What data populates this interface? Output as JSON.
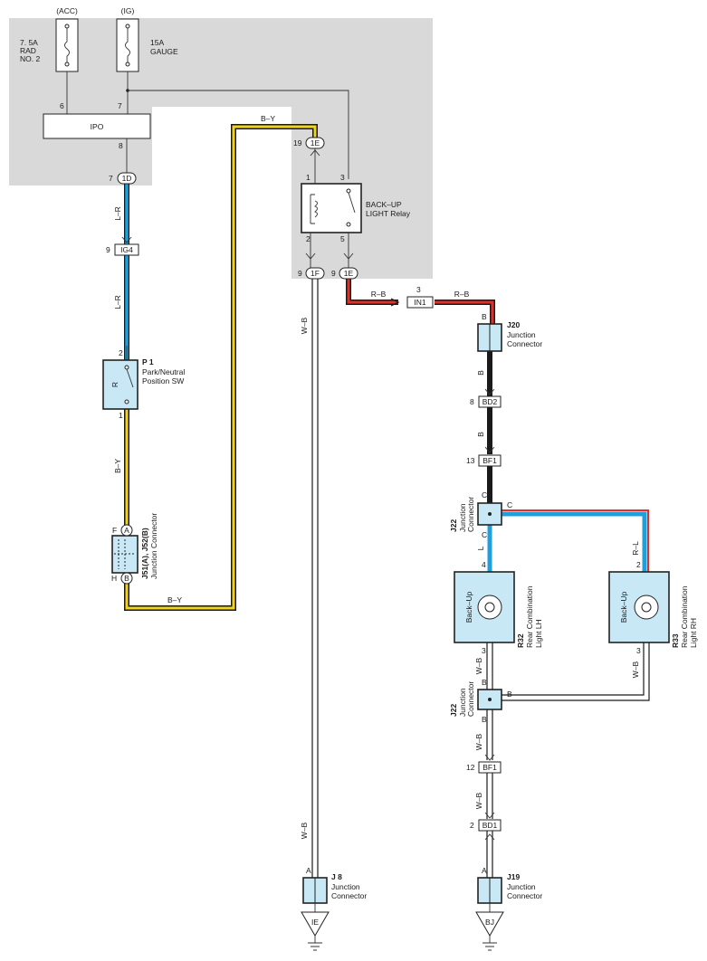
{
  "colors": {
    "panel": "#d9d9d9",
    "component": "#c8e8f5",
    "wire_blue": "#1ea0dc",
    "wire_red": "#e0302a",
    "wire_yellow": "#f2d21a",
    "wire_black": "#1a1a1a"
  },
  "fuses": {
    "acc": {
      "header": "(ACC)",
      "line1": "7. 5A",
      "line2": "RAD",
      "line3": "NO. 2",
      "pin": "6"
    },
    "ig": {
      "header": "(IG)",
      "line1": "15A",
      "line2": "GAUGE",
      "pin": "7"
    }
  },
  "ipo": {
    "label": "IPO",
    "pin_out": "8"
  },
  "connectors": {
    "c1d": "1D",
    "c1d_pin": "7",
    "ig4": "IG4",
    "ig4_pin": "9",
    "c1e_top": "1E",
    "c1e_top_pin": "19",
    "c1f": "1F",
    "c1f_pin": "9",
    "c1e_bot": "1E",
    "c1e_bot_pin": "9",
    "in1": "IN1",
    "in1_pin": "3",
    "bd2": "BD2",
    "bd2_pin": "8",
    "bf1_top": "BF1",
    "bf1_top_pin": "13",
    "bf1_bot": "BF1",
    "bf1_bot_pin": "12",
    "bd1": "BD1",
    "bd1_pin": "2"
  },
  "relay": {
    "line1": "BACK–UP",
    "line2": "LIGHT Relay",
    "pin1": "1",
    "pin2": "2",
    "pin3": "3",
    "pin5": "5"
  },
  "wires": {
    "lr_top": "L–R",
    "lr_mid": "L–R",
    "by_top": "B–Y",
    "by_left": "B–Y",
    "by_bottom": "B–Y",
    "wb_left_top": "W–B",
    "wb_left_bot": "W–B",
    "rb_left": "R–B",
    "rb_right": "R–B",
    "b_1": "B",
    "b_2": "B",
    "rl": "R–L",
    "wb_r1": "W–B",
    "wb_r2": "W–B",
    "wb_r3": "W–B",
    "wb_rh": "W–B"
  },
  "p1": {
    "id": "P 1",
    "line1": "Park/Neutral",
    "line2": "Position SW",
    "inner": "R",
    "pin_top": "2",
    "pin_bot": "1"
  },
  "j51": {
    "title": "J51(A), J52(B)",
    "sub": "Junction Connector",
    "pin_f": "F",
    "pin_a": "A",
    "pin_h": "H",
    "pin_b": "B"
  },
  "j20": {
    "id": "J20",
    "line1": "Junction",
    "line2": "Connector",
    "pin": "B"
  },
  "j22_top": {
    "id": "J22",
    "line1": "Junction",
    "line2": "Connector",
    "pin_in": "C",
    "pin_right": "C",
    "pin_out": "C"
  },
  "j22_bot": {
    "id": "J22",
    "line1": "Junction",
    "line2": "Connector",
    "pin_top": "B",
    "pin_right": "B",
    "pin_bot": "B"
  },
  "r32": {
    "id": "R32",
    "line1": "Rear Combination",
    "line2": "Light LH",
    "inner": "Back–Up",
    "pin_in": "4",
    "pin_out": "3",
    "wire_in": "L"
  },
  "r33": {
    "id": "R33",
    "line1": "Rear Combination",
    "line2": "Light RH",
    "inner": "Back–Up",
    "pin_in": "2",
    "pin_out": "3"
  },
  "j8": {
    "id": "J 8",
    "line1": "Junction",
    "line2": "Connector",
    "pin": "A",
    "ground": "IE"
  },
  "j19": {
    "id": "J19",
    "line1": "Junction",
    "line2": "Connector",
    "pin": "A",
    "ground": "BJ"
  }
}
